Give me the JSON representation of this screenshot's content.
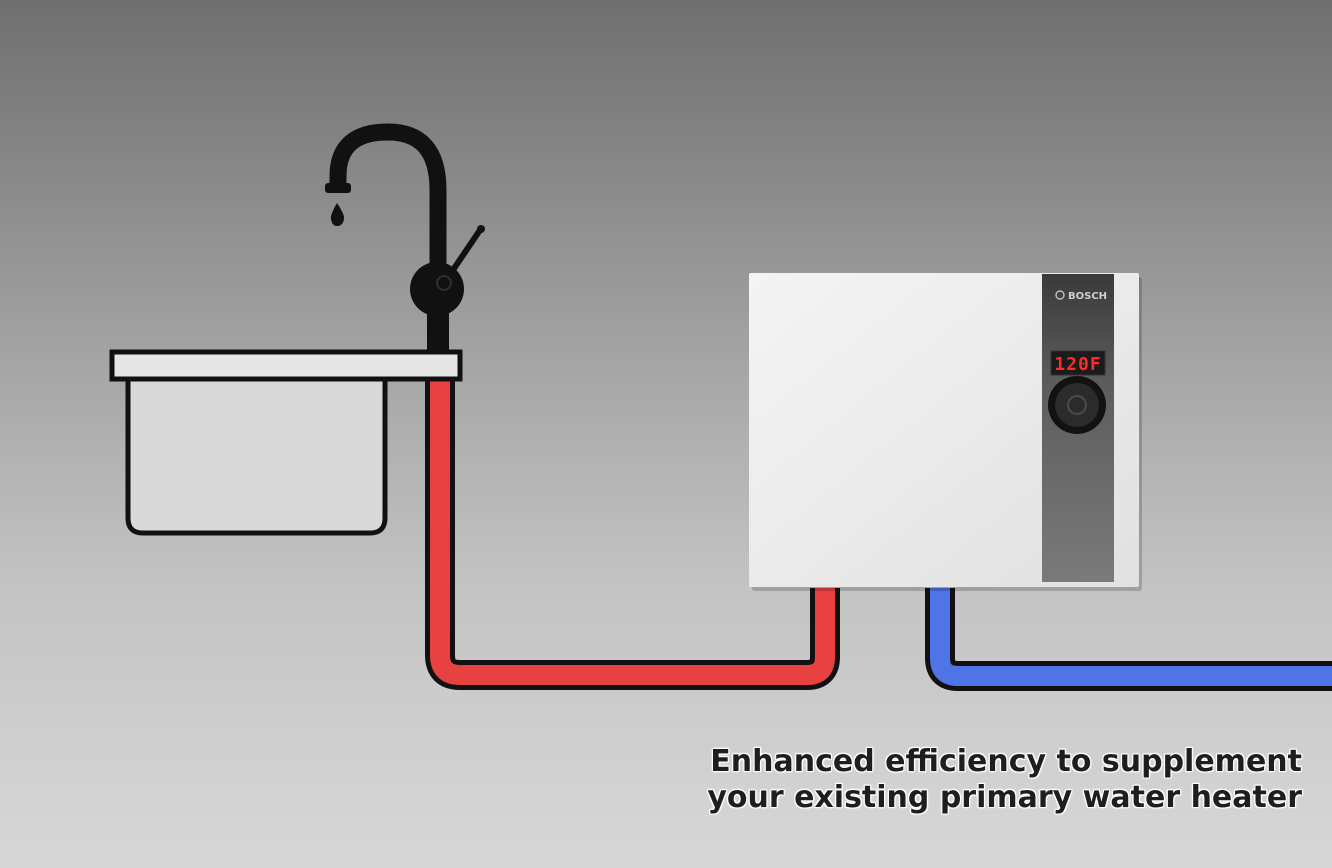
{
  "diagram": {
    "colors": {
      "hot_pipe": "#e84141",
      "cold_pipe": "#4f74e6",
      "outline": "#111111",
      "sink": "#d9d9d9",
      "heater_body": "#ececec",
      "heater_panel": "#6b6b6b",
      "display_red": "#ff2a2a"
    },
    "icons": {
      "faucet": "faucet-icon",
      "water_drop": "water-drop-icon",
      "sink": "sink-icon",
      "heater": "water-heater-icon",
      "knob": "control-knob-icon"
    }
  },
  "heater": {
    "brand": "BOSCH",
    "display_temp": "120F"
  },
  "caption": {
    "line1": "Enhanced efficiency to supplement",
    "line2": "your existing primary water heater"
  }
}
